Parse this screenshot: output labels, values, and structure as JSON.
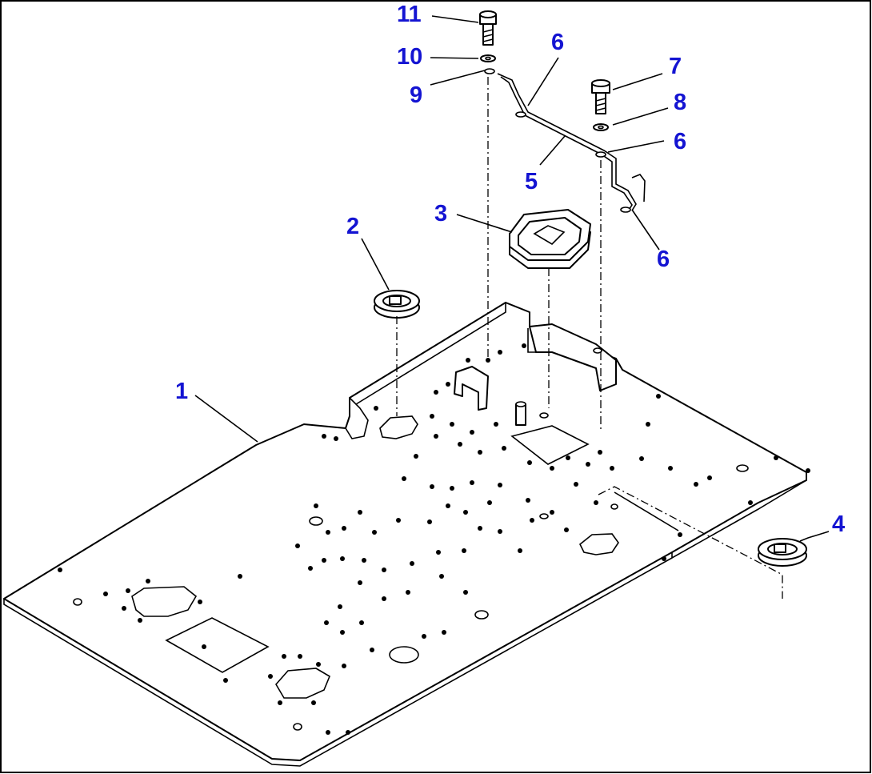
{
  "diagram": {
    "callouts": [
      {
        "id": "c1",
        "text": "1"
      },
      {
        "id": "c2",
        "text": "2"
      },
      {
        "id": "c3",
        "text": "3"
      },
      {
        "id": "c4",
        "text": "4"
      },
      {
        "id": "c5",
        "text": "5"
      },
      {
        "id": "c6a",
        "text": "6"
      },
      {
        "id": "c6b",
        "text": "6"
      },
      {
        "id": "c6c",
        "text": "6"
      },
      {
        "id": "c7",
        "text": "7"
      },
      {
        "id": "c8",
        "text": "8"
      },
      {
        "id": "c9",
        "text": "9"
      },
      {
        "id": "c10",
        "text": "10"
      },
      {
        "id": "c11",
        "text": "11"
      }
    ],
    "callout_color": "#1414d2",
    "line_color": "#000000"
  }
}
